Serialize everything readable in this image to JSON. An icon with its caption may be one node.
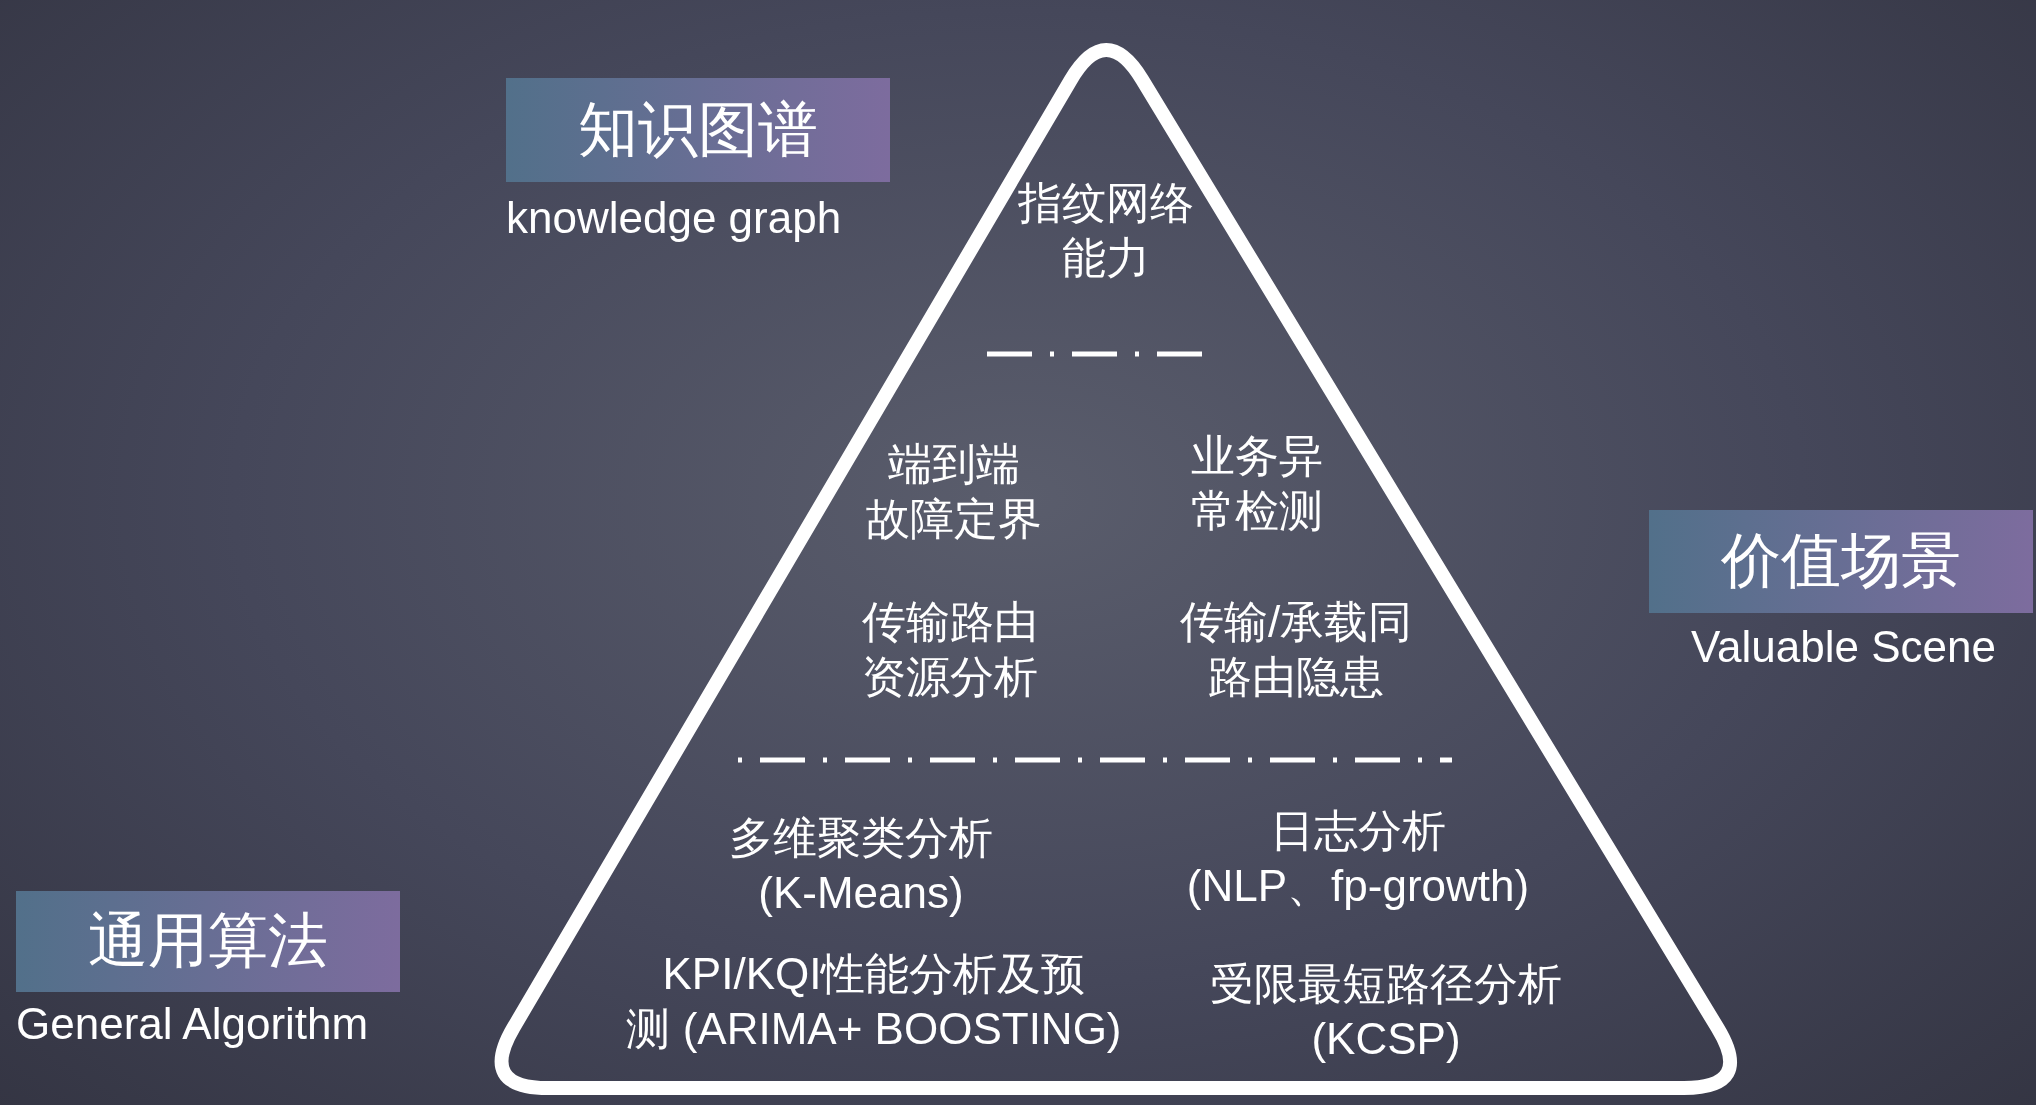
{
  "diagram": {
    "nodes": [
      {
        "text": [
          "知识图谱",
          "knowledge graph"
        ]
      },
      {
        "text": [
          "价值场景",
          "Valuable Scene"
        ]
      },
      {
        "text": [
          "通用算法",
          "General Algorithm"
        ]
      },
      {
        "text": [
          "指纹网络能力",
          "端到端故障定界",
          "业务异常检测",
          "传输路由资源分析",
          "传输/承载同路由隐患",
          "多维聚类分析 (K-Means)",
          "日志分析 (NLP、fp-growth)",
          "KPI/KQI性能分析及预测 (ARIMA+ BOOSTING)",
          "受限最短路径分析 (KCSP)"
        ]
      }
    ]
  }
}
